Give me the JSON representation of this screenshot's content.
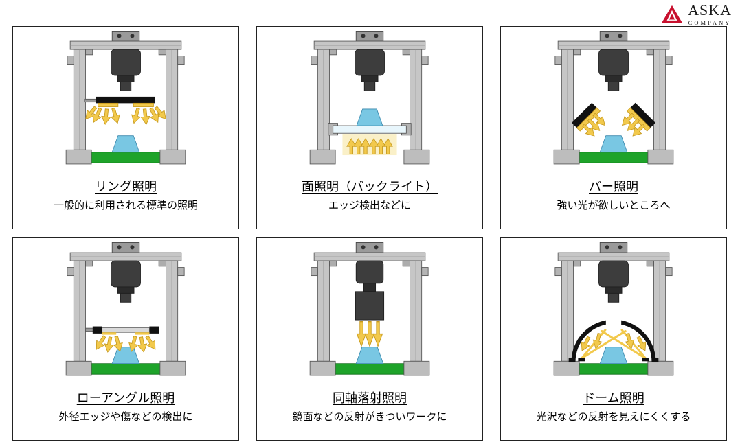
{
  "logo": {
    "name": "ASKA",
    "subname": "COMPANY",
    "accent_color": "#c8102e"
  },
  "cells": [
    {
      "id": "ring",
      "title": "リング照明",
      "description": "一般的に利用される標準の照明"
    },
    {
      "id": "backlight",
      "title": "面照明（バックライト）",
      "description": "エッジ検出などに"
    },
    {
      "id": "bar",
      "title": "バー照明",
      "description": "強い光が欲しいところへ"
    },
    {
      "id": "low_angle",
      "title": "ローアングル照明",
      "description": "外径エッジや傷などの検出に"
    },
    {
      "id": "coaxial",
      "title": "同軸落射照明",
      "description": "鏡面などの反射がきついワークに"
    },
    {
      "id": "dome",
      "title": "ドーム照明",
      "description": "光沢などの反射を見えにくくする"
    }
  ],
  "colors": {
    "frame_gray": "#c6c6c6",
    "camera_dark": "#3d3d3d",
    "light_yellow": "#f2c94c",
    "base_green": "#1ea32a",
    "workpiece_blue": "#79c7e3",
    "fixture_black": "#111111"
  }
}
